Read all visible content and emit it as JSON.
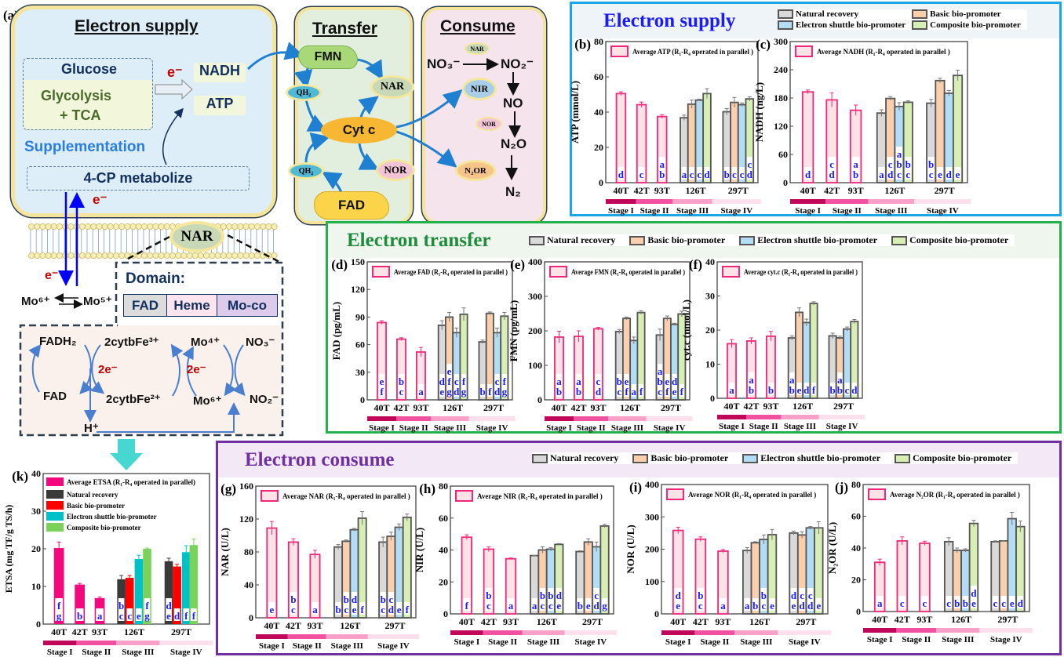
{
  "figure_label_a": "(a)",
  "diagram": {
    "supply": {
      "title": "Electron supply",
      "glucose": "Glucose",
      "glycolysis_1": "Glycolysis",
      "glycolysis_2": "+ TCA",
      "electron": "e⁻",
      "nadh": "NADH",
      "atp": "ATP",
      "supplementation": "Supplementation",
      "metabolize": "4-CP metabolize",
      "electron2": "e⁻"
    },
    "transfer": {
      "title": "Transfer",
      "fmn": "FMN",
      "qh2_top": "QH₂",
      "nar": "NAR",
      "cytc": "Cyt c",
      "nor": "NOR",
      "qh2_bottom": "QH₂",
      "fad": "FAD"
    },
    "consume": {
      "title": "Consume",
      "no3": "NO₃⁻",
      "nar": "NAR",
      "no2": "NO₂⁻",
      "nir": "NIR",
      "no": "NO",
      "nor": "NOR",
      "n2o": "N₂O",
      "n2or": "N₂OR",
      "n2": "N₂"
    },
    "membrane": {
      "nar": "NAR",
      "electron": "e⁻",
      "mo6": "Mo⁶⁺",
      "mo5": "Mo⁵⁺",
      "domain_title": "Domain:",
      "domains": [
        "FAD",
        "Heme",
        "Mo-co"
      ]
    },
    "cycle": {
      "fadh2": "FADH₂",
      "fe3": "2cytbFe³⁺",
      "mo4": "Mo⁴⁺",
      "no3": "NO₃⁻",
      "e1": "2e⁻",
      "e2": "2e⁻",
      "fad": "FAD",
      "fe2": "2cytbFe²⁺",
      "mo6": "Mo⁶⁺",
      "no2": "NO₂⁻",
      "h": "H⁺"
    }
  },
  "sections": {
    "supply": {
      "title": "Electron supply",
      "legend": [
        "Natural recovery",
        "Basic bio-promoter",
        "Electron shuttle bio-promoter",
        "Composite bio-promoter"
      ]
    },
    "transfer": {
      "title": "Electron transfer",
      "legend": [
        "Natural recovery",
        "Basic bio-promoter",
        "Electron shuttle bio-promoter",
        "Composite bio-promoter"
      ]
    },
    "consume": {
      "title": "Electron consume",
      "legend": [
        "Natural recovery",
        "Basic bio-promoter",
        "Electron shuttle bio-promoter",
        "Composite bio-promoter"
      ]
    }
  },
  "colors": {
    "supply_border": "#1aa7e6",
    "transfer_border": "#22b14c",
    "consume_border": "#7030a0",
    "supply_title": "#1a1aff",
    "transfer_title": "#1e8c3a",
    "consume_title": "#7030a0",
    "average_fill": "#fde3e6",
    "average_stroke": "#f0287a",
    "series_fill": [
      "#d9d9d9",
      "#f9cfae",
      "#b3dcf5",
      "#d7efb5"
    ],
    "etsa_fill": [
      "#3a3a3a",
      "#ff0000",
      "#00c0c8",
      "#7ad25a"
    ],
    "etsa_average": "#f5077d",
    "stage_colors": [
      "#c0075a",
      "#f250a0",
      "#f8a0c8",
      "#fde0ec"
    ],
    "letter": "#1a1aff"
  },
  "chart_data": [
    {
      "id": "b",
      "type": "bar",
      "panel_label": "(b)",
      "ylabel": "ATP (mmol/L)",
      "ylim": [
        0,
        80
      ],
      "yticks": [
        0,
        20,
        40,
        60,
        80
      ],
      "legend": "Average ATP (R₁-R₄ operated in parallel )",
      "categories": [
        "40T",
        "42T",
        "93T",
        "126T",
        "297T"
      ],
      "stages": [
        "Stage I",
        "Stage II",
        "Stage III",
        "Stage IV"
      ],
      "average": {
        "values": [
          50.5,
          44.2,
          37.5
        ],
        "errors": [
          1.0,
          1.5,
          1.0
        ],
        "letters": [
          "d",
          "c",
          "ab"
        ]
      },
      "groups": [
        {
          "category": "126T",
          "values": [
            36.8,
            44.5,
            46.8,
            50.5
          ],
          "errors": [
            1.5,
            2.3,
            0.5,
            2.8
          ],
          "letters": [
            "a",
            "c",
            "c",
            "d"
          ]
        },
        {
          "category": "297T",
          "values": [
            40.2,
            45.5,
            44.2,
            47.5
          ],
          "errors": [
            1.8,
            2.8,
            1.0,
            1.2
          ],
          "letters": [
            "b",
            "c",
            "c",
            "cd"
          ]
        }
      ]
    },
    {
      "id": "c",
      "type": "bar",
      "panel_label": "(c)",
      "ylabel": "NADH (ng/L)",
      "ylim": [
        0,
        300
      ],
      "yticks": [
        0,
        60,
        120,
        180,
        240,
        300
      ],
      "legend": "Average NADH (R₁-R₄ operated in parallel )",
      "categories": [
        "40T",
        "42T",
        "93T",
        "126T",
        "297T"
      ],
      "stages": [
        "Stage I",
        "Stage II",
        "Stage III",
        "Stage IV"
      ],
      "average": {
        "values": [
          193,
          176,
          154
        ],
        "errors": [
          4,
          15,
          11
        ],
        "letters": [
          "d",
          "cd",
          "ab"
        ]
      },
      "groups": [
        {
          "category": "126T",
          "values": [
            148,
            179,
            162,
            171
          ],
          "errors": [
            7,
            4,
            8,
            3
          ],
          "letters": [
            "a",
            "cd",
            "abc",
            "bc"
          ]
        },
        {
          "category": "297T",
          "values": [
            169,
            217,
            190,
            228
          ],
          "errors": [
            8,
            5,
            6,
            11
          ],
          "letters": [
            "bc",
            "e",
            "d",
            "e"
          ]
        }
      ]
    },
    {
      "id": "d",
      "type": "bar",
      "panel_label": "(d)",
      "ylabel": "FAD (pg/mL)",
      "ylim": [
        0,
        150
      ],
      "yticks": [
        0,
        30,
        60,
        90,
        120,
        150
      ],
      "legend": "Average FAD (R₁-R₄ operated in parallel )",
      "categories": [
        "40T",
        "42T",
        "93T",
        "126T",
        "297T"
      ],
      "stages": [
        "Stage I",
        "Stage II",
        "Stage III",
        "Stage IV"
      ],
      "average": {
        "values": [
          84,
          66,
          52
        ],
        "errors": [
          2,
          1.5,
          5
        ],
        "letters": [
          "ef",
          "bc",
          "a"
        ]
      },
      "groups": [
        {
          "category": "126T",
          "values": [
            81,
            90,
            73,
            93
          ],
          "errors": [
            5,
            5,
            5,
            7
          ],
          "letters": [
            "de",
            "efg",
            "cd",
            "fg"
          ]
        },
        {
          "category": "297T",
          "values": [
            63,
            94,
            73,
            91
          ],
          "errors": [
            2,
            1.5,
            5,
            4
          ],
          "letters": [
            "b",
            "f",
            "cd",
            "fg"
          ]
        }
      ]
    },
    {
      "id": "e",
      "type": "bar",
      "panel_label": "(e)",
      "ylabel": "FMN (pg/mL)",
      "ylim": [
        0,
        400
      ],
      "yticks": [
        0,
        100,
        200,
        300,
        400
      ],
      "legend": "Average FMN (R₁-R₄ operated in parallel )",
      "categories": [
        "40T",
        "42T",
        "93T",
        "126T",
        "297T"
      ],
      "stages": [
        "Stage I",
        "Stage II",
        "Stage III",
        "Stage IV"
      ],
      "average": {
        "values": [
          182,
          184,
          206
        ],
        "errors": [
          17,
          16,
          4
        ],
        "letters": [
          "ab",
          "ab",
          "cd"
        ]
      },
      "groups": [
        {
          "category": "126T",
          "values": [
            198,
            236,
            172,
            253
          ],
          "errors": [
            6,
            4,
            10,
            5
          ],
          "letters": [
            "bc",
            "ef",
            "a",
            "f"
          ]
        },
        {
          "category": "297T",
          "values": [
            188,
            236,
            219,
            249
          ],
          "errors": [
            17,
            7,
            3,
            8
          ],
          "letters": [
            "abc",
            "ef",
            "de",
            "f"
          ]
        }
      ]
    },
    {
      "id": "f",
      "type": "bar",
      "panel_label": "(f)",
      "ylabel": "cyt.c (nmol/L)",
      "ylim": [
        0,
        40
      ],
      "yticks": [
        0,
        10,
        20,
        30,
        40
      ],
      "legend": "Average cyt.c (R₁-R₄ operated in parallel )",
      "categories": [
        "40T",
        "42T",
        "93T",
        "126T",
        "297T"
      ],
      "stages": [
        "Stage I",
        "Stage II",
        "Stage III",
        "Stage IV"
      ],
      "average": {
        "values": [
          16,
          16.8,
          18.2
        ],
        "errors": [
          1.2,
          0.9,
          1.4
        ],
        "letters": [
          "a",
          "ab",
          "b"
        ]
      },
      "groups": [
        {
          "category": "126T",
          "values": [
            17.7,
            25.2,
            22.2,
            27.8
          ],
          "errors": [
            0.6,
            1.3,
            1.0,
            0.5
          ],
          "letters": [
            "ab",
            "e",
            "d",
            "f"
          ]
        },
        {
          "category": "297T",
          "values": [
            18.3,
            17.7,
            20.3,
            22.5
          ],
          "errors": [
            0.8,
            0.5,
            0.6,
            0.6
          ],
          "letters": [
            "b",
            "ab",
            "c",
            "d"
          ]
        }
      ]
    },
    {
      "id": "g",
      "type": "bar",
      "panel_label": "(g)",
      "ylabel": "NAR (U/L)",
      "ylim": [
        0,
        160
      ],
      "yticks": [
        0,
        40,
        80,
        120,
        160
      ],
      "legend": "Average NAR (R₁-R₄ operated in parallel )",
      "categories": [
        "40T",
        "42T",
        "93T",
        "126T",
        "297T"
      ],
      "stages": [
        "Stage I",
        "Stage II",
        "Stage III",
        "Stage IV"
      ],
      "average": {
        "values": [
          109,
          92,
          77
        ],
        "errors": [
          8,
          4,
          5
        ],
        "letters": [
          "e",
          "bc",
          "a"
        ]
      },
      "groups": [
        {
          "category": "126T",
          "values": [
            86,
            93,
            107,
            121
          ],
          "errors": [
            3,
            1.5,
            1.5,
            8
          ],
          "letters": [
            "b",
            "bc",
            "de",
            "f"
          ]
        },
        {
          "category": "297T",
          "values": [
            92,
            99,
            110,
            122
          ],
          "errors": [
            6,
            5,
            4,
            4
          ],
          "letters": [
            "bc",
            "cd",
            "e",
            "f"
          ]
        }
      ]
    },
    {
      "id": "h",
      "type": "bar",
      "panel_label": "(h)",
      "ylabel": "NIR (U/L)",
      "ylim": [
        0,
        80
      ],
      "yticks": [
        0,
        20,
        40,
        60,
        80
      ],
      "legend": "Average NIR (R₁-R₄ operated in parallel )",
      "categories": [
        "40T",
        "42T",
        "93T",
        "126T",
        "297T"
      ],
      "stages": [
        "Stage I",
        "Stage II",
        "Stage III",
        "Stage IV"
      ],
      "average": {
        "values": [
          48,
          40.5,
          34.5
        ],
        "errors": [
          1.5,
          1.5,
          0.5
        ],
        "letters": [
          "f",
          "bc",
          "a"
        ]
      },
      "groups": [
        {
          "category": "126T",
          "values": [
            36.5,
            40,
            40.5,
            43.5
          ],
          "errors": [
            0,
            2,
            1,
            0.5
          ],
          "letters": [
            "a",
            "bc",
            "bc",
            "de"
          ]
        },
        {
          "category": "297T",
          "values": [
            39,
            45,
            42,
            55
          ],
          "errors": [
            0.5,
            2,
            3,
            1
          ],
          "letters": [
            "b",
            "e",
            "cd",
            "g"
          ]
        }
      ]
    },
    {
      "id": "i",
      "type": "bar",
      "panel_label": "(i)",
      "ylabel": "NOR (U/L)",
      "ylim": [
        0,
        400
      ],
      "yticks": [
        0,
        100,
        200,
        300,
        400
      ],
      "legend": "Average NOR (R₁-R₄ operated in parallel )",
      "categories": [
        "40T",
        "42T",
        "93T",
        "126T",
        "297T"
      ],
      "stages": [
        "Stage I",
        "Stage II",
        "Stage III",
        "Stage IV"
      ],
      "average": {
        "values": [
          258,
          231,
          194
        ],
        "errors": [
          10,
          7,
          5
        ],
        "letters": [
          "de",
          "bc",
          "a"
        ]
      },
      "groups": [
        {
          "category": "126T",
          "values": [
            196,
            220,
            230,
            245
          ],
          "errors": [
            9,
            3,
            14,
            16
          ],
          "letters": [
            "a",
            "b",
            "bc",
            "e"
          ]
        },
        {
          "category": "297T",
          "values": [
            250,
            244,
            266,
            266
          ],
          "errors": [
            6,
            10,
            4,
            19
          ],
          "letters": [
            "de",
            "cd",
            "cd",
            "e"
          ]
        }
      ]
    },
    {
      "id": "j",
      "type": "bar",
      "panel_label": "(j)",
      "ylabel": "N₂OR (U/L)",
      "ylim": [
        0,
        80
      ],
      "yticks": [
        0,
        20,
        40,
        60,
        80
      ],
      "legend": "Average N₂OR (R₁-R₄ operated in parallel )",
      "categories": [
        "40T",
        "42T",
        "93T",
        "126T",
        "297T"
      ],
      "stages": [
        "Stage I",
        "Stage II",
        "Stage III",
        "Stage IV"
      ],
      "average": {
        "values": [
          31,
          44.5,
          43
        ],
        "errors": [
          2,
          2.5,
          1.3
        ],
        "letters": [
          "a",
          "c",
          "c"
        ]
      },
      "groups": [
        {
          "category": "126T",
          "values": [
            44,
            38.5,
            38.5,
            55.5
          ],
          "errors": [
            2.5,
            1.5,
            1,
            2
          ],
          "letters": [
            "c",
            "b",
            "b",
            "de"
          ]
        },
        {
          "category": "297T",
          "values": [
            44,
            44.5,
            58.5,
            53.5
          ],
          "errors": [
            0.5,
            0,
            4,
            3.5
          ],
          "letters": [
            "c",
            "c",
            "e",
            "d"
          ]
        }
      ]
    },
    {
      "id": "k",
      "type": "bar",
      "panel_label": "(k)",
      "ylabel": "ETSA (mg TF/g TS/h)",
      "ylim": [
        0,
        40
      ],
      "yticks": [
        0,
        10,
        20,
        30,
        40
      ],
      "legend": "Average ETSA (R₁-R₄ operated in parallel)",
      "series_names": [
        "Natural recovery",
        "Basic bio-promoter",
        "Electron shuttle bio-promoter",
        "Composite bio-promoter"
      ],
      "categories": [
        "40T",
        "42T",
        "93T",
        "126T",
        "297T"
      ],
      "stages": [
        "Stage I",
        "Stage II",
        "Stage III",
        "Stage IV"
      ],
      "average": {
        "values": [
          20.2,
          10.5,
          6.9
        ],
        "errors": [
          1.6,
          0.3,
          0.3
        ],
        "letters": [
          "fg",
          "b",
          "a"
        ]
      },
      "groups": [
        {
          "category": "126T",
          "values": [
            11.9,
            12.3,
            17.3,
            20.0
          ],
          "errors": [
            1.0,
            0.6,
            1.0,
            0.2
          ],
          "letters": [
            "bc",
            "c",
            "e",
            "fg"
          ]
        },
        {
          "category": "297T",
          "values": [
            16.7,
            15.3,
            19.1,
            21.0
          ],
          "errors": [
            0.8,
            0.6,
            1.7,
            1.6
          ],
          "letters": [
            "de",
            "d",
            "f",
            "f"
          ]
        }
      ]
    }
  ]
}
